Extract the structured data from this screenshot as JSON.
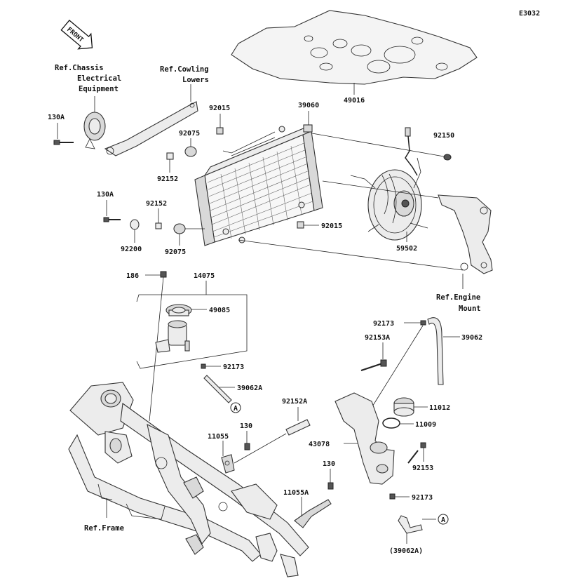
{
  "diagram_code": "E3032",
  "front_badge": "FRONT",
  "refs": {
    "chassis": [
      "Ref.Chassis",
      "Electrical",
      "Equipment"
    ],
    "cowling": [
      "Ref.Cowling",
      "Lowers"
    ],
    "engine_mount": [
      "Ref.Engine",
      "Mount"
    ],
    "frame": "Ref.Frame"
  },
  "parts": {
    "p49016": "49016",
    "p39060": "39060",
    "p92150": "92150",
    "p92015_top": "92015",
    "p92075_top": "92075",
    "p92152_top": "92152",
    "p130A_top": "130A",
    "p130A_mid": "130A",
    "p92152_mid": "92152",
    "p92200": "92200",
    "p92075_mid": "92075",
    "p92015_mid": "92015",
    "p59502": "59502",
    "p186": "186",
    "p14075": "14075",
    "p49085": "49085",
    "p92173_cap": "92173",
    "p39062A": "39062A",
    "p92173_top": "92173",
    "p39062": "39062",
    "p92153A": "92153A",
    "p92152A": "92152A",
    "p11012": "11012",
    "p11009": "11009",
    "p130_a": "130",
    "p11055": "11055",
    "p43078": "43078",
    "p92153": "92153",
    "p130_b": "130",
    "p11055A": "11055A",
    "p92173_bot": "92173",
    "p39062A_paren": "(39062A)"
  },
  "markers": {
    "a1": "A",
    "a2": "A"
  }
}
